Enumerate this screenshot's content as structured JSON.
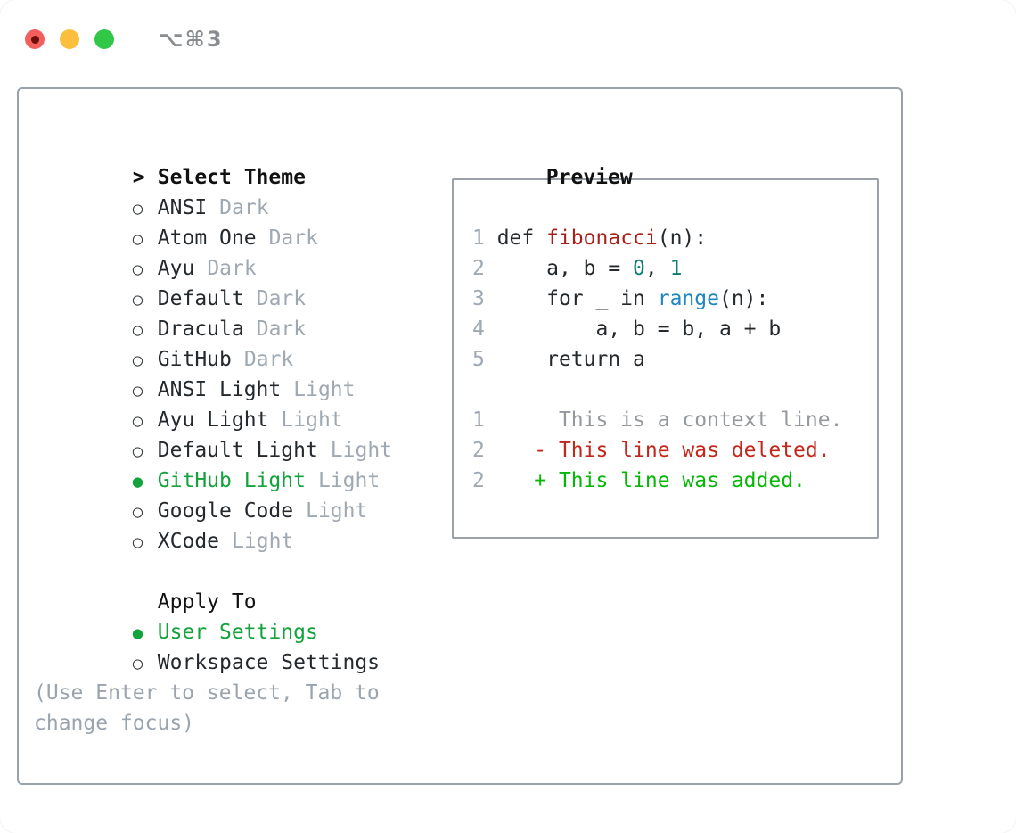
{
  "window": {
    "title": "⌥⌘3"
  },
  "colors": {
    "selected_green": "#13a33c",
    "added_green": "#06b806",
    "deleted_red": "#c3271c",
    "function_red": "#a82019",
    "builtin_blue": "#1e86c2",
    "number_teal": "#0d7d74",
    "muted_gray": "#9fa9b3",
    "panel_border": "#99a1ab",
    "traffic_close": "#f2605e",
    "traffic_minimize": "#fcbe3d",
    "traffic_zoom": "#33c748"
  },
  "themes": {
    "header_marker": ">",
    "header_label": "Select Theme",
    "items": [
      {
        "marker": "○",
        "name": "ANSI",
        "variant": "Dark",
        "selected": false
      },
      {
        "marker": "○",
        "name": "Atom One",
        "variant": "Dark",
        "selected": false
      },
      {
        "marker": "○",
        "name": "Ayu",
        "variant": "Dark",
        "selected": false
      },
      {
        "marker": "○",
        "name": "Default",
        "variant": "Dark",
        "selected": false
      },
      {
        "marker": "○",
        "name": "Dracula",
        "variant": "Dark",
        "selected": false
      },
      {
        "marker": "○",
        "name": "GitHub",
        "variant": "Dark",
        "selected": false
      },
      {
        "marker": "○",
        "name": "ANSI Light",
        "variant": "Light",
        "selected": false
      },
      {
        "marker": "○",
        "name": "Ayu Light",
        "variant": "Light",
        "selected": false
      },
      {
        "marker": "○",
        "name": "Default Light",
        "variant": "Light",
        "selected": false
      },
      {
        "marker": "●",
        "name": "GitHub Light",
        "variant": "Light",
        "selected": true
      },
      {
        "marker": "○",
        "name": "Google Code",
        "variant": "Light",
        "selected": false
      },
      {
        "marker": "○",
        "name": "XCode",
        "variant": "Light",
        "selected": false
      }
    ]
  },
  "apply": {
    "label": "Apply To",
    "options": [
      {
        "marker": "●",
        "name": "User Settings",
        "selected": true
      },
      {
        "marker": "○",
        "name": "Workspace Settings",
        "selected": false
      }
    ]
  },
  "hint": {
    "line1": "(Use Enter to select, Tab to",
    "line2": "change focus)"
  },
  "preview": {
    "label": "Preview",
    "lines": {
      "c1": {
        "num": "1",
        "a": " def ",
        "fn": "fibonacci",
        "b": "(n):"
      },
      "c2": {
        "num": "2",
        "a": "     a, b = ",
        "n1": "0",
        "b": ", ",
        "n2": "1"
      },
      "c3": {
        "num": "3",
        "a": "     for _ in ",
        "fn": "range",
        "b": "(n):"
      },
      "c4": {
        "num": "4",
        "a": "         a, b = b, a + b"
      },
      "c5": {
        "num": "5",
        "a": "     return a"
      },
      "ctx": {
        "num": "1",
        "a": "      This is a context line."
      },
      "del": {
        "num": "2",
        "a": "    - This line was deleted."
      },
      "add": {
        "num": "2",
        "a": "    + This line was added."
      }
    }
  }
}
